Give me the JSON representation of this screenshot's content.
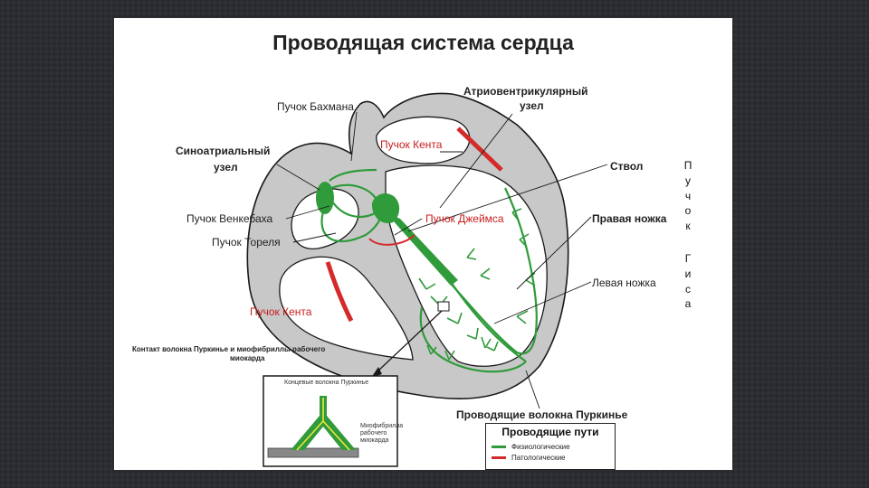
{
  "title": "Проводящая система сердца",
  "labels": {
    "bachmann": "Пучок Бахмана",
    "av_node_line1": "Атриовентрикулярный",
    "av_node_line2": "узел",
    "kent_top": "Пучок Кента",
    "sa_node_line1": "Синоатриальный",
    "sa_node_line2": "узел",
    "trunk": "Ствол",
    "wenckebach": "Пучок Венкебаха",
    "james": "Пучок Джеймса",
    "right_leg": "Правая ножка",
    "thorel": "Пучок Тореля",
    "left_leg": "Левая ножка",
    "kent_bottom": "Пучок Кента",
    "contact_line1": "Контакт волокна Пуркинье и миофибриллы рабочего",
    "contact_line2": "миокарда",
    "purkinje": "Проводящие волокна Пуркинье"
  },
  "his_bundle_vertical": {
    "word1": [
      "П",
      "у",
      "ч",
      "о",
      "к"
    ],
    "word2": [
      "Г",
      "и",
      "с",
      "а"
    ]
  },
  "inset": {
    "top_label": "Концевые волокна Пуркинье",
    "side_label_line1": "Миофибрилла",
    "side_label_line2": "рабочего",
    "side_label_line3": "миокарда"
  },
  "legend": {
    "title": "Проводящие пути",
    "items": [
      {
        "label": "Физиологические",
        "color": "#2f9b3a"
      },
      {
        "label": "Патологические",
        "color": "#d42a2a"
      }
    ]
  },
  "colors": {
    "conduction": "#2f9b3a",
    "pathological": "#d42a2a",
    "myocardium": "#c8c8c8",
    "outline": "#1a1a1a"
  }
}
